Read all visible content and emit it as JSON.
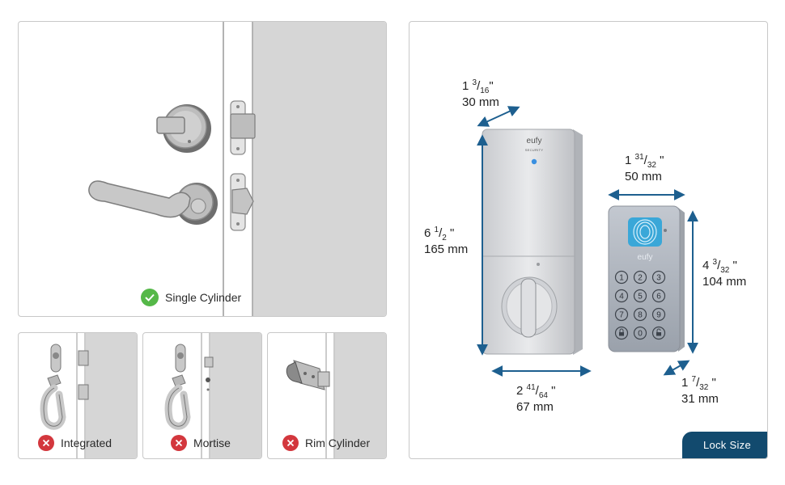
{
  "installation_types": {
    "supported": {
      "label": "Single Cylinder",
      "status_icon": "check-icon",
      "color": "#55b848"
    },
    "unsupported": [
      {
        "label": "Integrated",
        "status_icon": "cross-icon"
      },
      {
        "label": "Mortise",
        "status_icon": "cross-icon"
      },
      {
        "label": "Rim Cylinder",
        "status_icon": "cross-icon"
      }
    ],
    "unsupported_color": "#d3373d"
  },
  "lock_size": {
    "tag_label": "Lock Size",
    "tag_color": "#124a6e",
    "arrow_color": "#1d5f8f",
    "interior": {
      "brand": "eufy",
      "brand_sub": "SECURITY",
      "depth": {
        "whole": "1",
        "num": "3",
        "den": "16",
        "unit": "\"",
        "mm": "30 mm"
      },
      "height": {
        "whole": "6",
        "num": "1",
        "den": "2",
        "unit": " \"",
        "mm": "165 mm"
      },
      "width": {
        "whole": "2",
        "num": "41",
        "den": "64",
        "unit": " \"",
        "mm": "67 mm"
      }
    },
    "exterior": {
      "brand": "eufy",
      "keys": [
        "1",
        "2",
        "3",
        "4",
        "5",
        "6",
        "7",
        "8",
        "9",
        "0"
      ],
      "width": {
        "whole": "1",
        "num": "31",
        "den": "32",
        "unit": " \"",
        "mm": "50 mm"
      },
      "height": {
        "whole": "4",
        "num": "3",
        "den": "32",
        "unit": " \"",
        "mm": "104 mm"
      },
      "depth": {
        "whole": "1",
        "num": "7",
        "den": "32",
        "unit": " \"",
        "mm": "31 mm"
      }
    }
  }
}
